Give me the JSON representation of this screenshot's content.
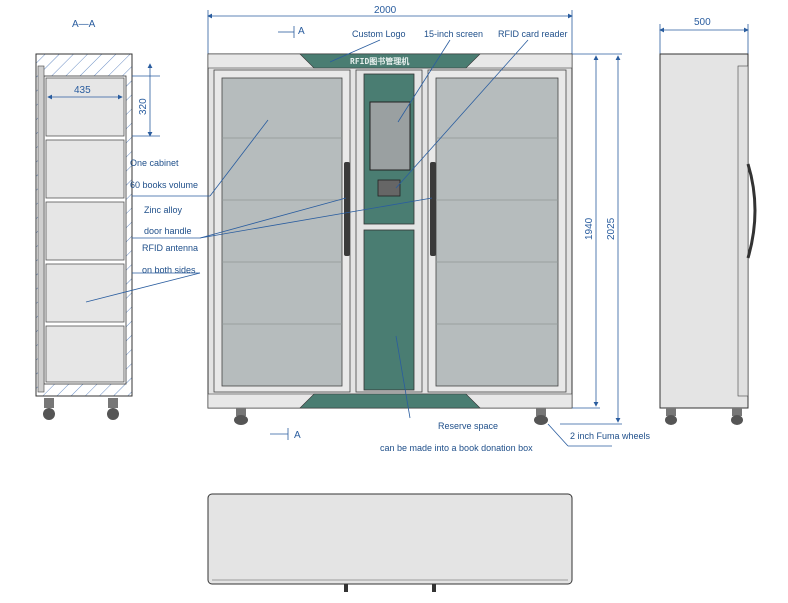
{
  "colors": {
    "body": "#e4e4e4",
    "glass": "#b6bcbd",
    "teal": "#4a7d72",
    "dim_line": "#2a5d9f",
    "label_text": "#1f4f8a"
  },
  "section_view": {
    "title": "A—A",
    "dim_width": "435",
    "dim_height": "320"
  },
  "front_view": {
    "dim_width": "2000",
    "dim_height_inner": "1940",
    "dim_height_outer": "2025",
    "section_mark_top": "A",
    "section_mark_bottom": "A",
    "logo_text": "RFID图书管理机"
  },
  "side_view": {
    "dim_depth": "500"
  },
  "labels": {
    "custom_logo": "Custom  Logo",
    "screen": "15-inch  screen",
    "card_reader": "RFID card reader",
    "one_cabinet": "One cabinet",
    "books_volume": "60 books volume",
    "zinc_alloy": "Zinc alloy",
    "door_handle": "door  handle",
    "rfid_antenna": "RFID antenna",
    "both_sides": "on both  sides",
    "reserve_space": "Reserve space",
    "donation_box": "can be made into a book donation box",
    "wheels": "2 inch Fuma wheels"
  }
}
